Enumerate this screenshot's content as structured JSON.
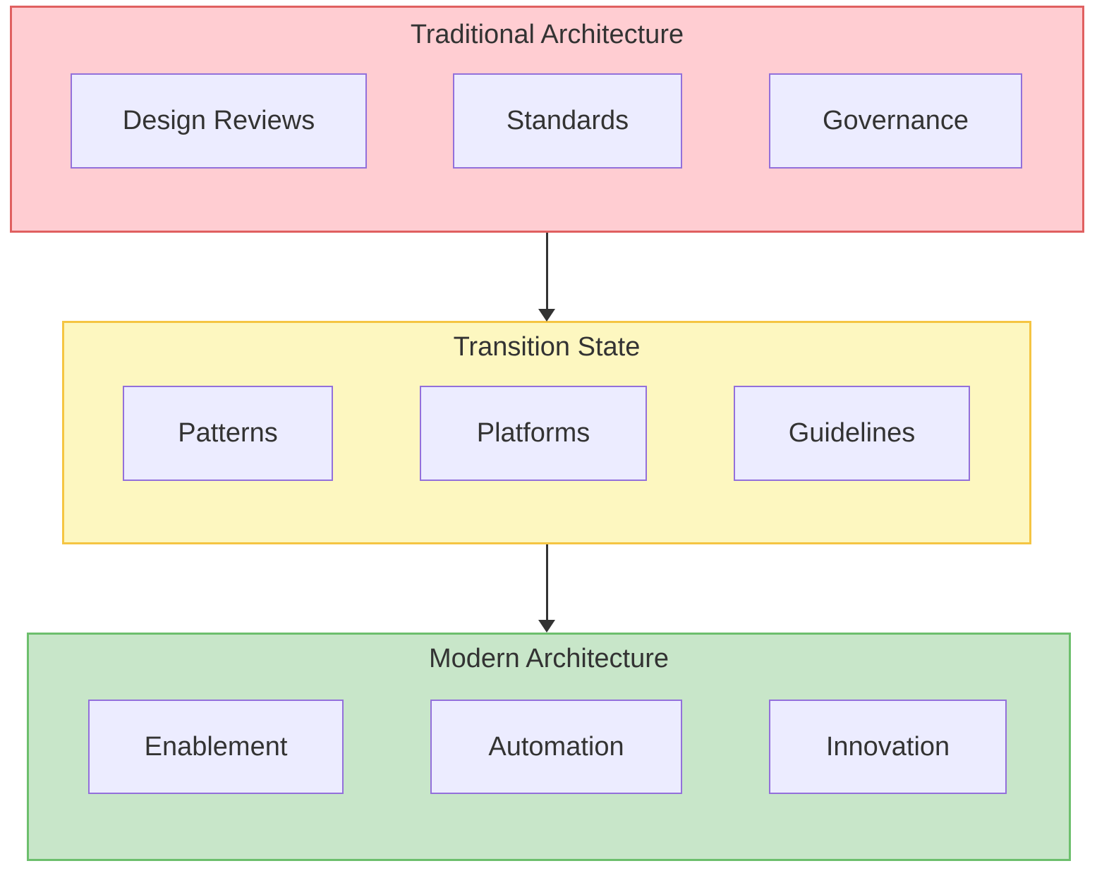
{
  "diagram": {
    "type": "flowchart",
    "direction": "top-down",
    "text_color": "#333333",
    "arrow_color": "#333333",
    "node_style": {
      "fill": "#ececff",
      "stroke": "#9370db"
    },
    "groups": [
      {
        "title": "Traditional Architecture",
        "fill": "#ffcdd2",
        "stroke": "#e06060",
        "nodes": [
          {
            "label": "Design Reviews"
          },
          {
            "label": "Standards"
          },
          {
            "label": "Governance"
          }
        ]
      },
      {
        "title": "Transition State",
        "fill": "#fdf7c0",
        "stroke": "#f5c542",
        "nodes": [
          {
            "label": "Patterns"
          },
          {
            "label": "Platforms"
          },
          {
            "label": "Guidelines"
          }
        ]
      },
      {
        "title": "Modern Architecture",
        "fill": "#c8e6c9",
        "stroke": "#6dbf6d",
        "nodes": [
          {
            "label": "Enablement"
          },
          {
            "label": "Automation"
          },
          {
            "label": "Innovation"
          }
        ]
      }
    ],
    "edges": [
      {
        "from": "Traditional Architecture",
        "to": "Transition State"
      },
      {
        "from": "Transition State",
        "to": "Modern Architecture"
      }
    ]
  }
}
